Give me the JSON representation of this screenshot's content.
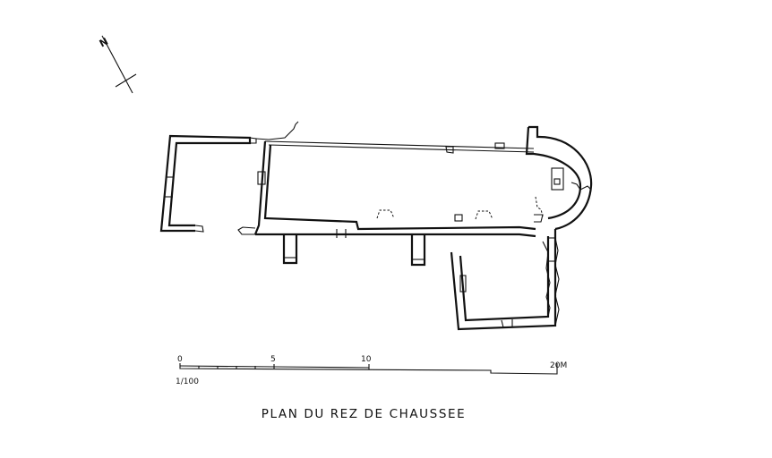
{
  "north_arrow": {
    "label": "N"
  },
  "scale_bar": {
    "ticks": [
      "0",
      "5",
      "10",
      "20M"
    ],
    "ratio": "1/100"
  },
  "title": "PLAN DU REZ DE CHAUSSEE"
}
